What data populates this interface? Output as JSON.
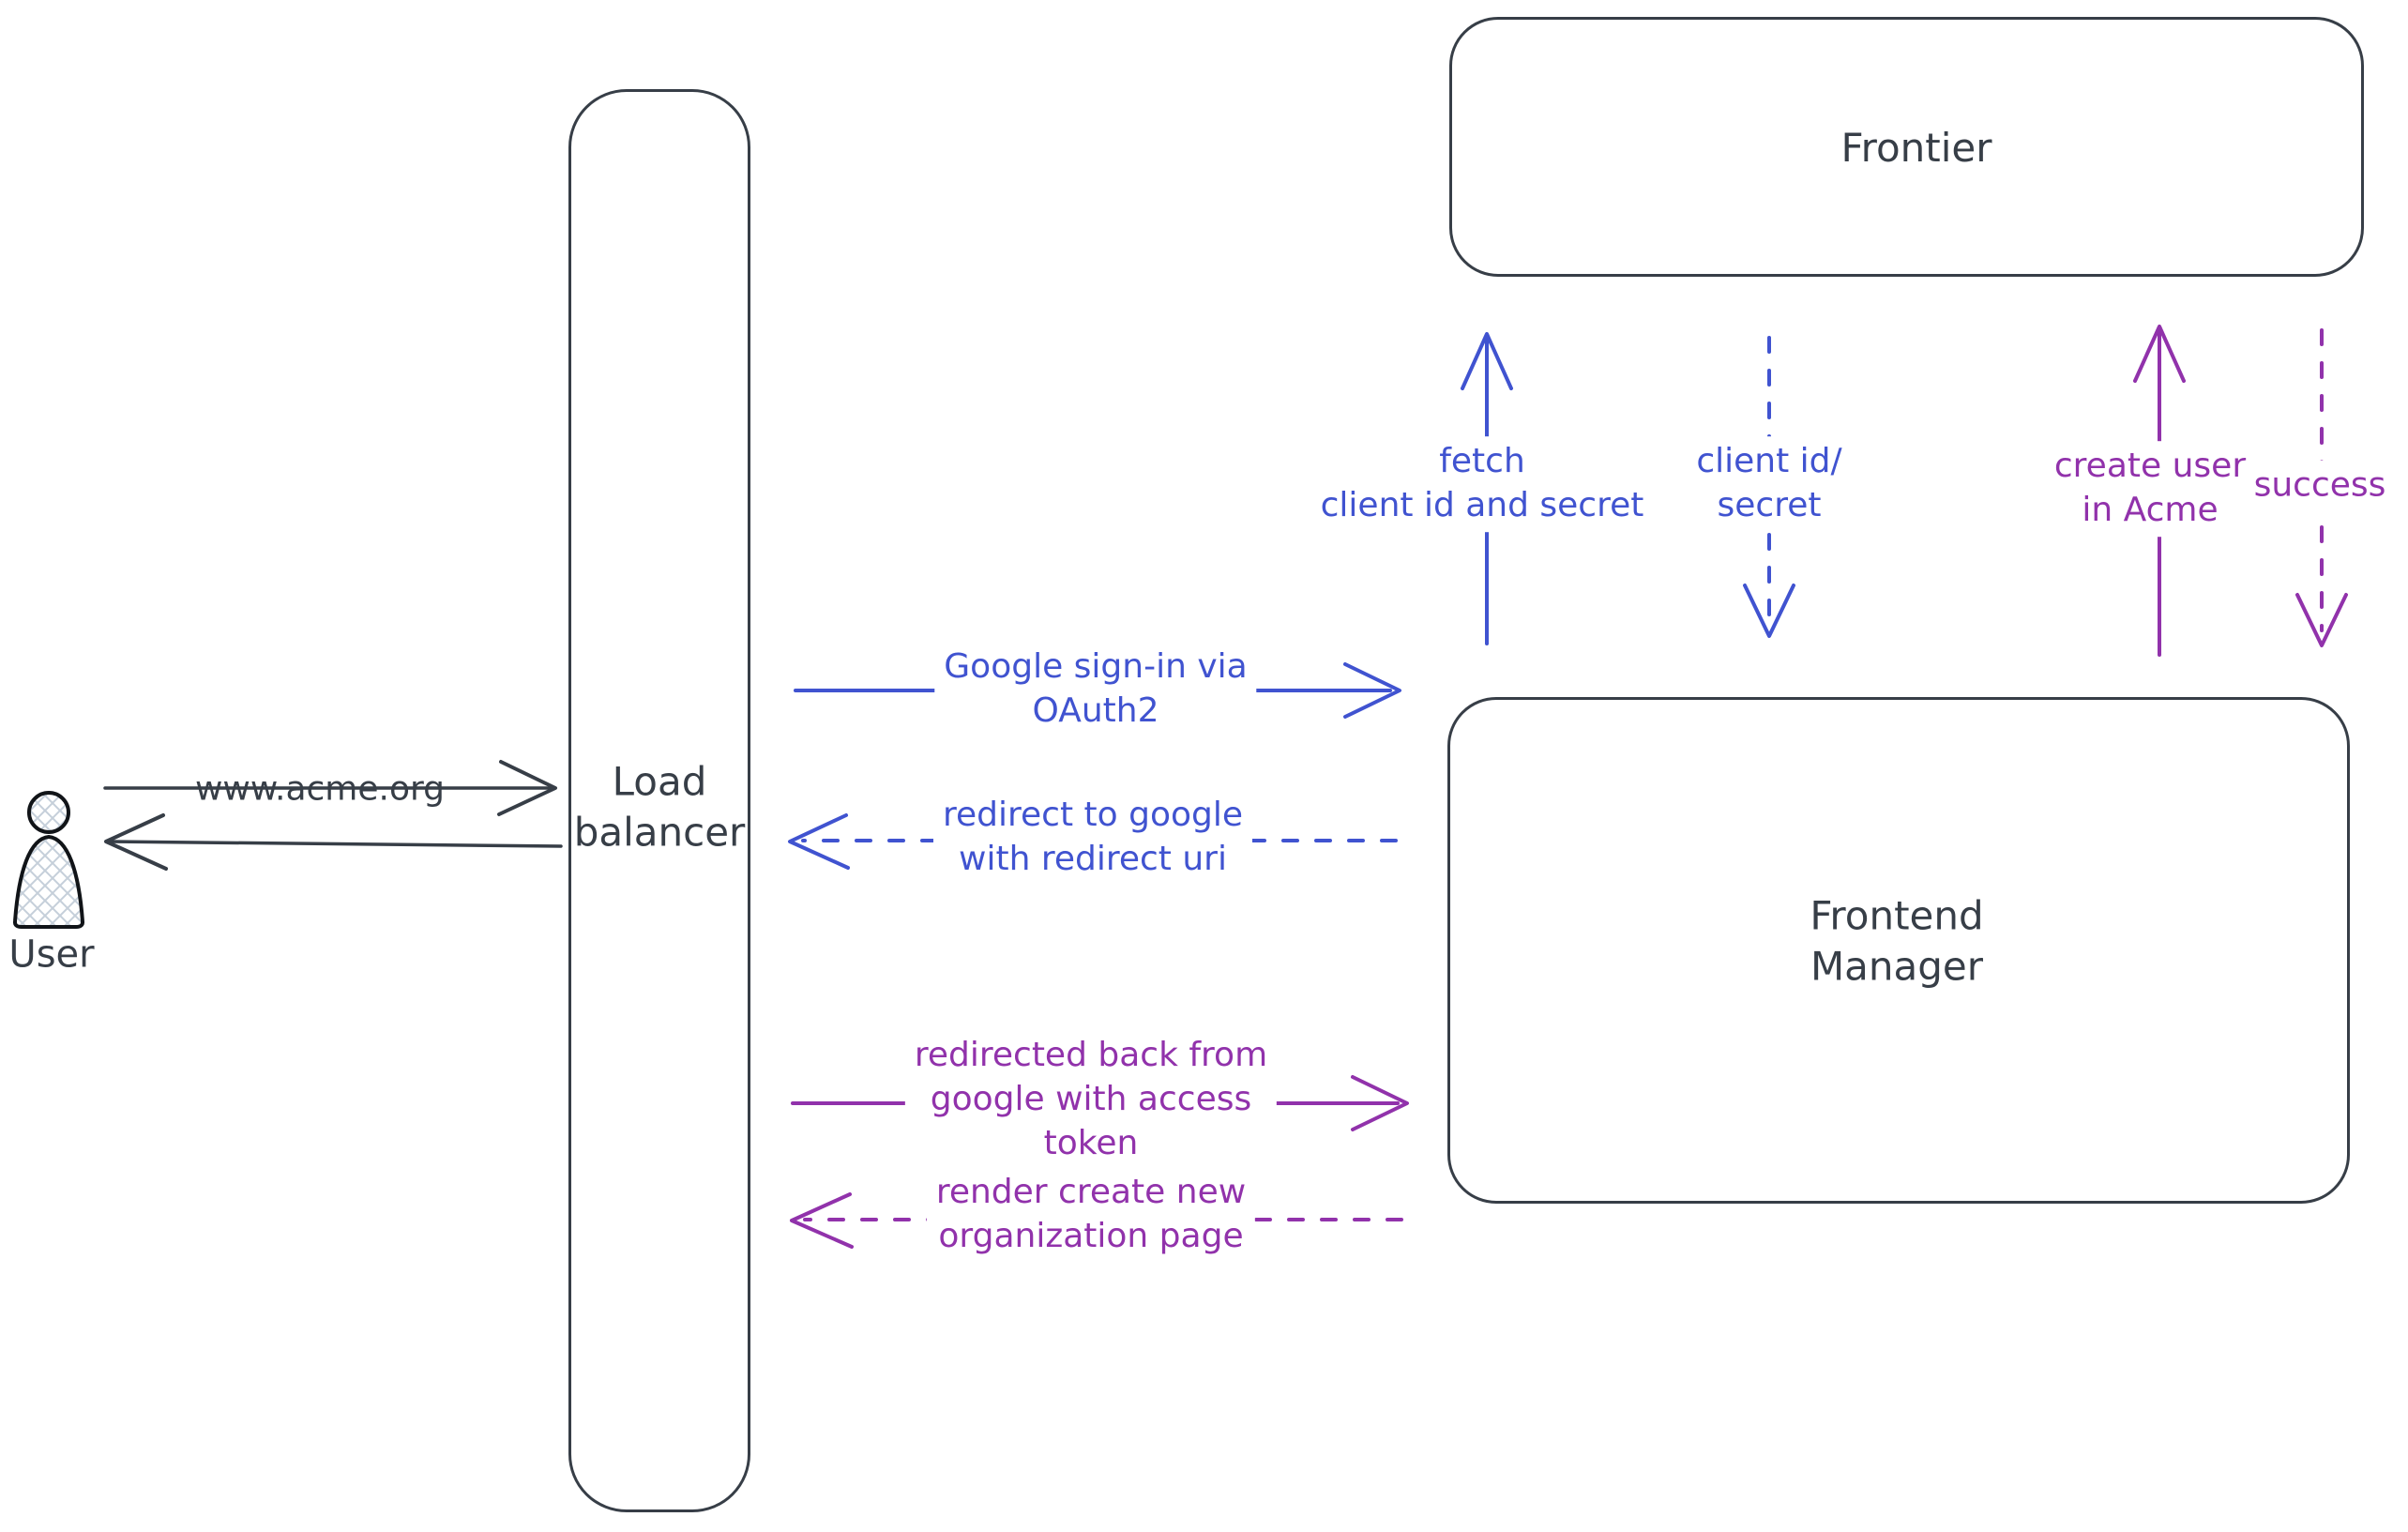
{
  "colors": {
    "ink": "#373e47",
    "blue": "#4053d0",
    "purple": "#9132ab"
  },
  "nodes": {
    "user": {
      "label": "User"
    },
    "load_balancer": {
      "label": "Load\nbalancer"
    },
    "frontier": {
      "label": "Frontier"
    },
    "frontend_manager": {
      "label": "Frontend\nManager"
    }
  },
  "messages": {
    "www_acme": {
      "text": "www.acme.org",
      "style": "solid",
      "color": "ink",
      "direction": "right"
    },
    "google_signin": {
      "text": "Google sign-in via\nOAuth2",
      "style": "solid",
      "color": "blue",
      "direction": "right"
    },
    "redirect_google": {
      "text": "redirect to google\nwith redirect uri",
      "style": "dashed",
      "color": "blue",
      "direction": "left"
    },
    "redirected_back": {
      "text": "redirected back from\ngoogle with access\ntoken",
      "style": "solid",
      "color": "purple",
      "direction": "right"
    },
    "render_org": {
      "text": "render create new\norganization page",
      "style": "dashed",
      "color": "purple",
      "direction": "left"
    },
    "fetch_secret": {
      "text": "fetch\nclient id and secret",
      "style": "solid",
      "color": "blue",
      "direction": "up"
    },
    "client_id_secret": {
      "text": "client id/\nsecret",
      "style": "dashed",
      "color": "blue",
      "direction": "down"
    },
    "create_user": {
      "text": "create user\nin Acme",
      "style": "solid",
      "color": "purple",
      "direction": "up"
    },
    "success": {
      "text": "success",
      "style": "dashed",
      "color": "purple",
      "direction": "down"
    }
  }
}
